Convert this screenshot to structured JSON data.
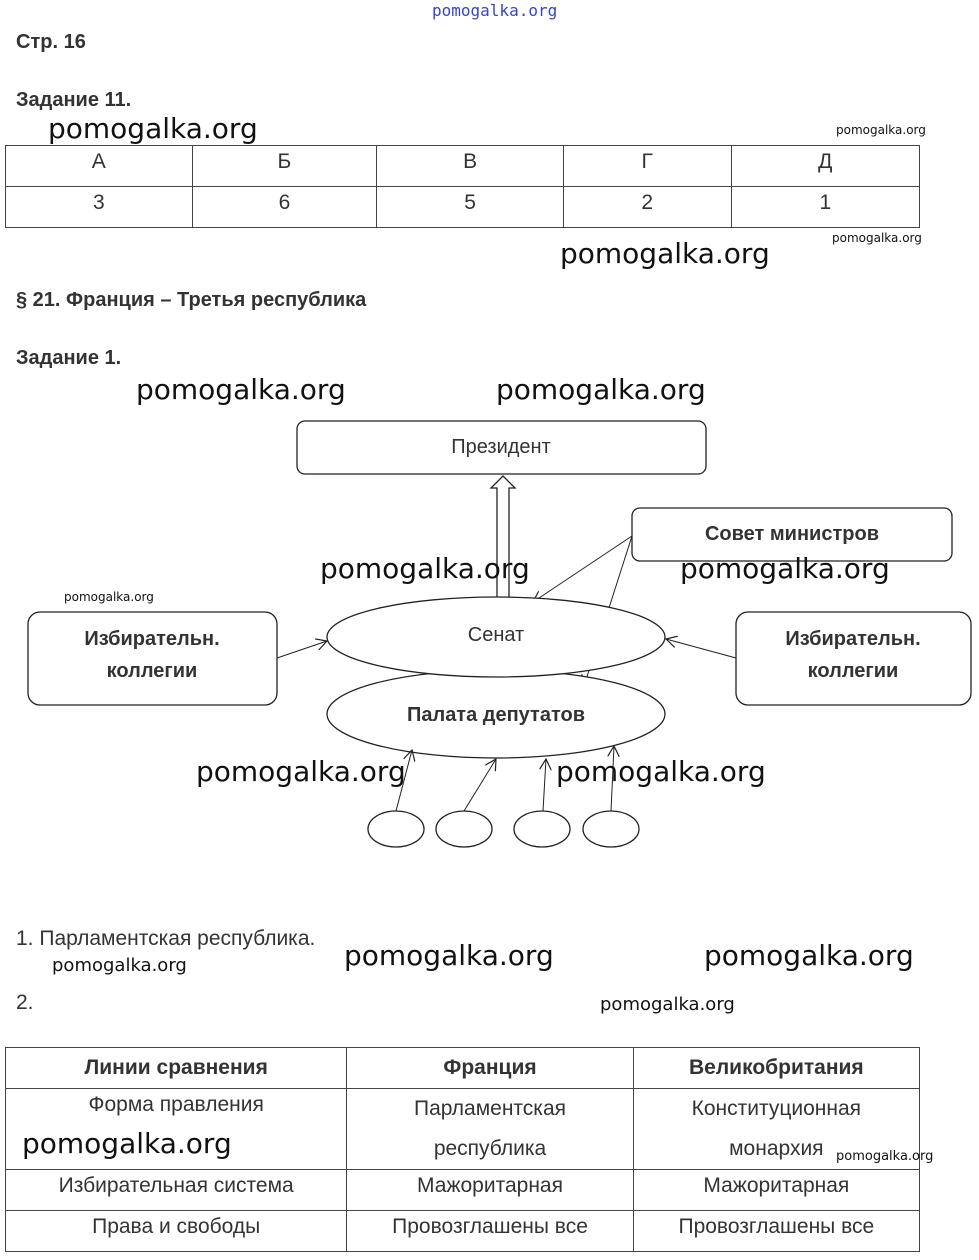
{
  "header": {
    "page": "Стр. 16",
    "task11": "Задание 11."
  },
  "table1": {
    "headers": [
      "А",
      "Б",
      "В",
      "Г",
      "Д"
    ],
    "values": [
      "3",
      "6",
      "5",
      "2",
      "1"
    ]
  },
  "section": {
    "title": "§ 21. Франция – Третья республика",
    "task1": "Задание 1."
  },
  "diagram": {
    "president": "Президент",
    "council": "Совет министров",
    "senate": "Сенат",
    "chamber": "Палата депутатов",
    "colleges_left": [
      "Избирательн.",
      "коллегии"
    ],
    "colleges_right": [
      "Избирательн.",
      "коллегии"
    ]
  },
  "answers": {
    "a1": "1. Парламентская республика.",
    "a2": "2."
  },
  "table2": {
    "headers": [
      "Линии сравнения",
      "Франция",
      "Великобритания"
    ],
    "rows": [
      [
        [
          "Форма правления"
        ],
        [
          "Парламентская",
          "республика"
        ],
        [
          "Конституционная",
          "монархия"
        ]
      ],
      [
        [
          "Избирательная система"
        ],
        [
          "Мажоритарная"
        ],
        [
          "Мажоритарная"
        ]
      ],
      [
        [
          "Права и свободы"
        ],
        [
          "Провозглашены все"
        ],
        [
          "Провозглашены все"
        ]
      ]
    ]
  },
  "watermark": "pomogalka.org"
}
